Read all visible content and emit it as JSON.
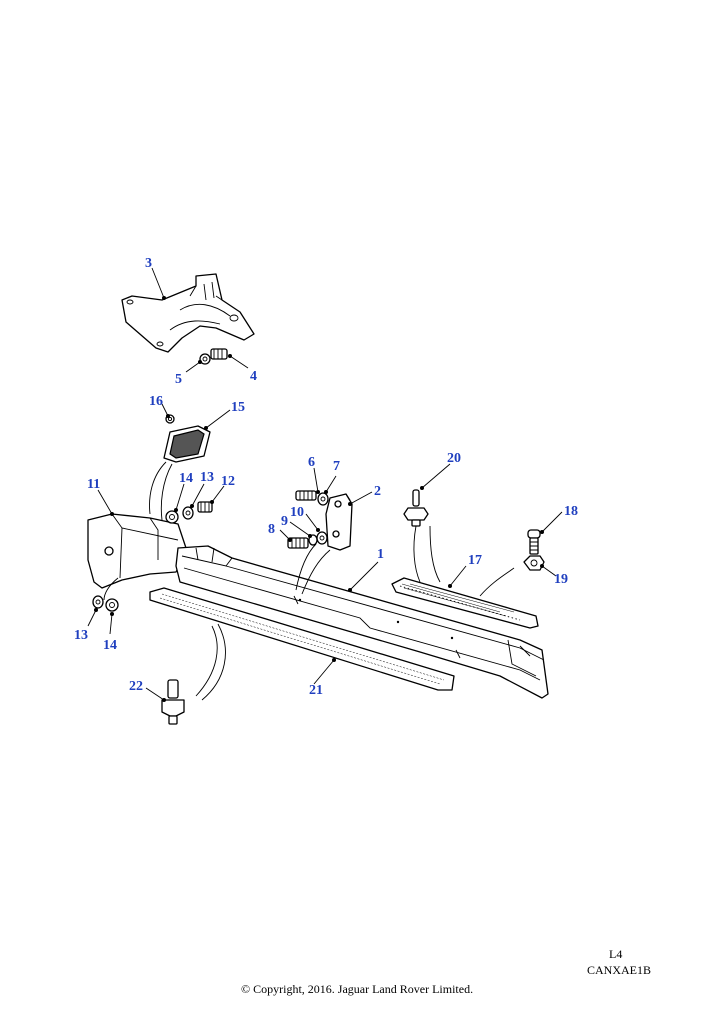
{
  "diagram": {
    "callouts": [
      "1",
      "2",
      "3",
      "4",
      "5",
      "6",
      "7",
      "8",
      "9",
      "10",
      "11",
      "12",
      "13",
      "14",
      "15",
      "16",
      "17",
      "18",
      "19",
      "20",
      "21",
      "22",
      "13",
      "14"
    ],
    "colors": {
      "callout": "#1f3fbf",
      "line": "#000000",
      "background": "#ffffff"
    }
  },
  "footer": {
    "level": "L4",
    "code": "CANXAE1B",
    "copyright": "© Copyright, 2016. Jaguar Land Rover Limited."
  }
}
